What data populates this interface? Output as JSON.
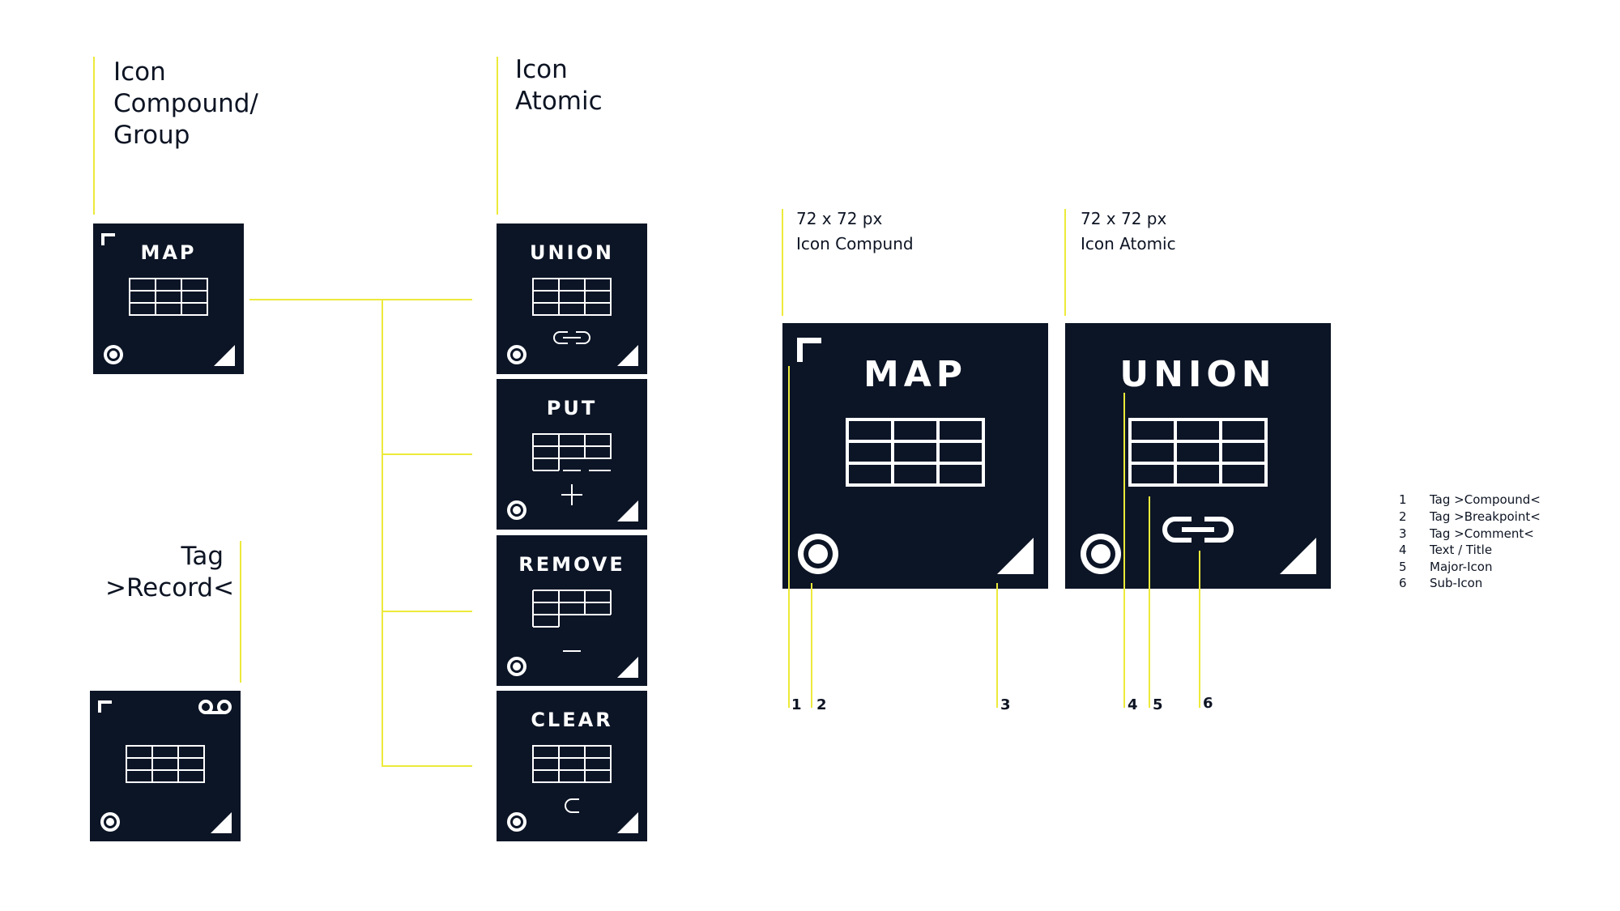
{
  "headings": {
    "compound": "Icon\nCompound/\nGroup",
    "atomic": "Icon\nAtomic",
    "tag_record": "Tag\n>Record<"
  },
  "tiles": {
    "map": "MAP",
    "union": "UNION",
    "put": "PUT",
    "remove": "REMOVE",
    "clear": "CLEAR"
  },
  "detail": {
    "compound_caption": "72 x 72 px\nIcon Compund",
    "atomic_caption": "72 x 72 px\nIcon Atomic",
    "compound_title": "MAP",
    "atomic_title": "UNION"
  },
  "markers": [
    "1",
    "2",
    "3",
    "4",
    "5",
    "6"
  ],
  "legend": [
    {
      "n": "1",
      "text": "Tag >Compound<"
    },
    {
      "n": "2",
      "text": "Tag >Breakpoint<"
    },
    {
      "n": "3",
      "text": "Tag >Comment<"
    },
    {
      "n": "4",
      "text": "Text / Title"
    },
    {
      "n": "5",
      "text": "Major-Icon"
    },
    {
      "n": "6",
      "text": "Sub-Icon"
    }
  ],
  "colors": {
    "tile_background": "#0c1526",
    "connector": "#ecea3a",
    "icon_stroke": "#ffffff"
  },
  "icons": [
    "compound-corner-icon",
    "breakpoint-icon",
    "comment-triangle-icon",
    "table-grid-icon",
    "link-icon",
    "plus-icon",
    "minus-icon",
    "subset-icon",
    "record-icon"
  ]
}
